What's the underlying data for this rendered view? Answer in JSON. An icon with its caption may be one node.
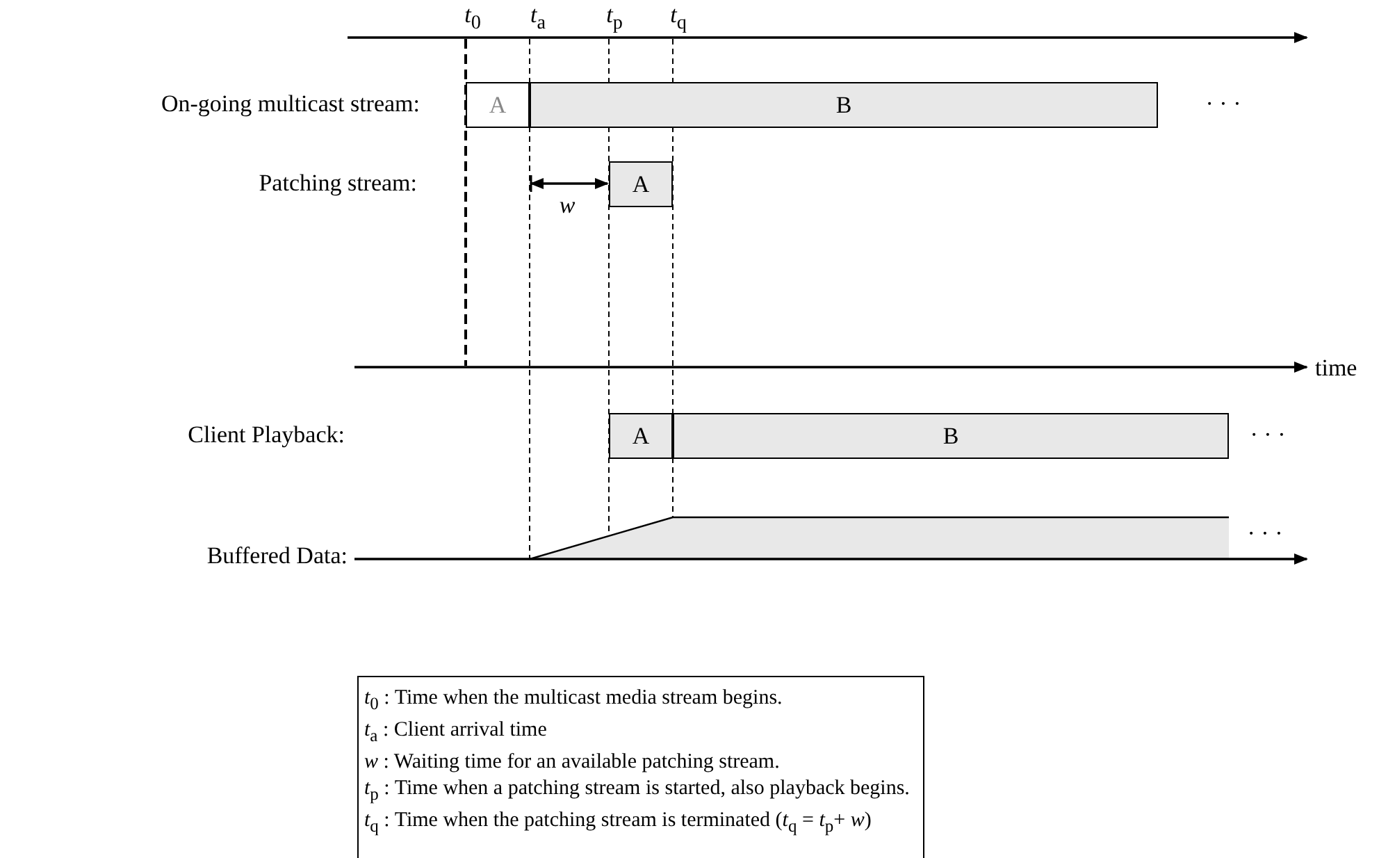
{
  "diagram": {
    "nodes": [
      {
        "text": [
          "A"
        ]
      },
      {
        "text": [
          "B"
        ]
      },
      {
        "text": [
          "A"
        ]
      },
      {
        "text": [
          "A"
        ]
      },
      {
        "text": [
          "B"
        ]
      }
    ],
    "labels": [
      "*t*$_{0}$",
      "*t*$_{a}$",
      "*t*$_{p}$",
      "*t*$_{q}$",
      "On-going multicast stream:",
      "· · ·",
      "Patching stream:",
      "*w*",
      "time",
      "Client Playback:",
      "· · ·",
      "Buffered Data:",
      "· · ·",
      "*t*$_{0}$ : Time when the multicast media stream begins.",
      "*t*$_{a}$ : Client arrival time",
      "*w* : Waiting time for an available patching stream.",
      "*t*$_{p}$ : Time when a patching stream is started, also playback begins.",
      "*t*$_{q}$ : Time when the patching stream is terminated (*t*$_{q}$ = *t*$_{p}$+ *w*)"
    ]
  }
}
